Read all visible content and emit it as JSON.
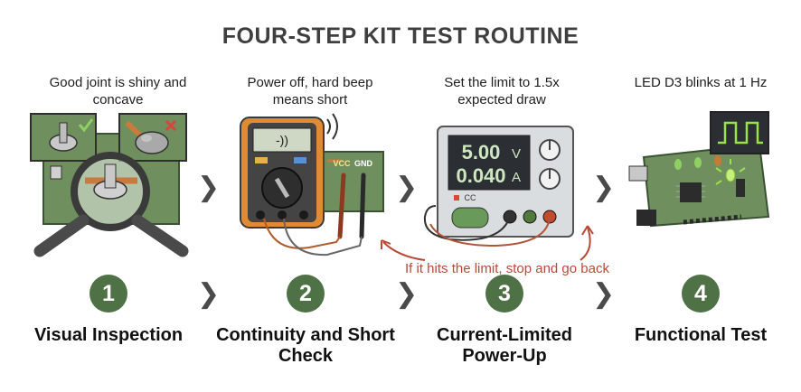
{
  "title": "FOUR-STEP KIT TEST ROUTINE",
  "steps": [
    {
      "number": "1",
      "caption": "Good joint is shiny and concave",
      "label": "Visual Inspection"
    },
    {
      "number": "2",
      "caption": "Power off, hard beep means short",
      "label": "Continuity and Short Check"
    },
    {
      "number": "3",
      "caption": "Set the limit to 1.5x expected draw",
      "label": "Current-Limited Power-Up"
    },
    {
      "number": "4",
      "caption": "LED D3 blinks at 1 Hz",
      "label": "Functional Test"
    }
  ],
  "multimeter": {
    "display": "-))",
    "probe_labels": [
      "VCC",
      "GND"
    ]
  },
  "power_supply": {
    "voltage": "5.00",
    "voltage_unit": "V",
    "current": "0.040",
    "current_unit": "A",
    "mode": "CC"
  },
  "feedback_note": "If it hits the limit, stop and go back",
  "colors": {
    "accent_green": "#4f7146",
    "board_green": "#6f8f5e",
    "note_red": "#b84a37",
    "copper": "#c97a3d"
  },
  "icons": [
    "check-icon",
    "cross-icon",
    "magnifier-icon",
    "sound-waves-icon",
    "square-wave-icon",
    "chevron-right-icon"
  ]
}
